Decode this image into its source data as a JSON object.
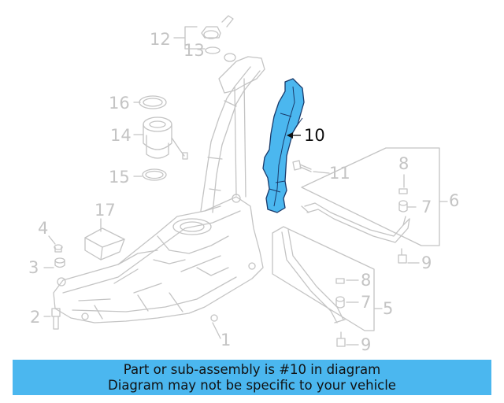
{
  "diagram": {
    "callouts": {
      "c1": "1",
      "c2": "2",
      "c3": "3",
      "c4": "4",
      "c5": "5",
      "c6": "6",
      "c7a": "7",
      "c7b": "7",
      "c8a": "8",
      "c8b": "8",
      "c9a": "9",
      "c9b": "9",
      "c10": "10",
      "c11": "11",
      "c12": "12",
      "c13": "13",
      "c14": "14",
      "c15": "15",
      "c16": "16",
      "c17": "17"
    },
    "highlighted_part": "10",
    "colors": {
      "line_art": "#c4c4c4",
      "highlight_fill": "#4bb7ef",
      "highlight_outline": "#1a3a6a",
      "banner": "#4bb7ef"
    }
  },
  "banner": {
    "line1": "Part or sub-assembly is #10 in diagram",
    "line2": "Diagram may not be specific to your vehicle"
  }
}
